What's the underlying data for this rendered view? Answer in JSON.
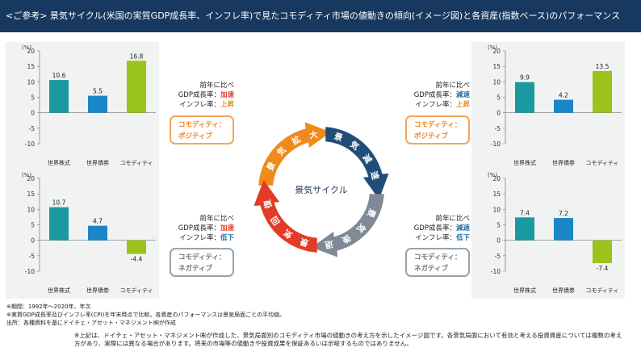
{
  "header": {
    "title": "<ご参考> 景気サイクル(米国の実質GDP成長率、インフレ率)で見たコモディティ市場の値動きの傾向(イメージ図)と各資産(指数ベース)のパフォーマンス"
  },
  "colors": {
    "world_equity": "#1a9aa0",
    "world_bond": "#1a86c8",
    "commodity": "#9ac31c",
    "expansion": "#f08a1c",
    "slowdown": "#1f4e79",
    "recession": "#7f8a96",
    "recovery": "#e23b26"
  },
  "chart_data": [
    {
      "id": "top-left",
      "type": "bar",
      "unit_label": "(%)",
      "categories": [
        "世界株式",
        "世界債券",
        "コモディティ"
      ],
      "values": [
        10.6,
        5.5,
        16.8
      ],
      "value_labels": [
        "10.6",
        "5.5",
        "16.8"
      ],
      "ylim": [
        -10,
        20
      ],
      "yticks": [
        "20",
        "15",
        "10",
        "5",
        "0",
        "-5",
        "-10"
      ]
    },
    {
      "id": "top-right",
      "type": "bar",
      "unit_label": "(%)",
      "categories": [
        "世界株式",
        "世界債券",
        "コモディティ"
      ],
      "values": [
        9.9,
        4.2,
        13.5
      ],
      "value_labels": [
        "9.9",
        "4.2",
        "13.5"
      ],
      "ylim": [
        -10,
        20
      ],
      "yticks": [
        "20",
        "15",
        "10",
        "5",
        "0",
        "-5",
        "-10"
      ]
    },
    {
      "id": "bottom-left",
      "type": "bar",
      "unit_label": "(%)",
      "categories": [
        "世界株式",
        "世界債券",
        "コモディティ"
      ],
      "values": [
        10.7,
        4.7,
        -4.4
      ],
      "value_labels": [
        "10.7",
        "4.7",
        "-4.4"
      ],
      "ylim": [
        -10,
        20
      ],
      "yticks": [
        "20",
        "15",
        "10",
        "5",
        "0",
        "-5",
        "-10"
      ]
    },
    {
      "id": "bottom-right",
      "type": "bar",
      "unit_label": "(%)",
      "categories": [
        "世界株式",
        "世界債券",
        "コモディティ"
      ],
      "values": [
        7.4,
        7.2,
        -7.4
      ],
      "value_labels": [
        "7.4",
        "7.2",
        "-7.4"
      ],
      "ylim": [
        -10,
        20
      ],
      "yticks": [
        "20",
        "15",
        "10",
        "5",
        "0",
        "-5",
        "-10"
      ]
    }
  ],
  "annotations": {
    "top_left": {
      "l1": "前年に比べ",
      "l2a": "GDP成長率：",
      "l2b": "加速",
      "l3a": "インフレ率：",
      "l3b": "上昇"
    },
    "top_right": {
      "l1": "前年に比べ",
      "l2a": "GDP成長率：",
      "l2b": "減速",
      "l3a": "インフレ率：",
      "l3b": "上昇"
    },
    "bottom_left": {
      "l1": "前年に比べ",
      "l2a": "GDP成長率：",
      "l2b": "加速",
      "l3a": "インフレ率：",
      "l3b": "低下"
    },
    "bottom_right": {
      "l1": "前年に比べ",
      "l2a": "GDP成長率：",
      "l2b": "減速",
      "l3a": "インフレ率：",
      "l3b": "低下"
    }
  },
  "badges": {
    "top_left": {
      "l1": "コモディティ：",
      "l2": "ポジティブ"
    },
    "top_right": {
      "l1": "コモディティ：",
      "l2": "ポジティブ"
    },
    "bottom_left": {
      "l1": "コモディティ：",
      "l2": "ネガティブ"
    },
    "bottom_right": {
      "l1": "コモディティ：",
      "l2": "ネガティブ"
    }
  },
  "cycle": {
    "center": "景気サイクル",
    "phases": [
      "景気拡大",
      "景気減速",
      "景気後退",
      "景気回復"
    ]
  },
  "footnotes": {
    "f1": "※期間：1992年～2020年、年次",
    "f2": "※実質GDP成長率及びインフレ率(CPI)を年末時点で比較。各資産のパフォーマンスは景気局面ごとの平均値。",
    "f3": "出所：各種資料を基にドイチェ・アセット・マネジメント㈱が作成",
    "disclaimer": "※上記は、ドイチェ・アセット・マネジメント㈱が作成した、景気局面別のコモディティ市場の値動きの考え方を示したイメージ図です。各景気局面において有効と考える投資資産については複数の考え方があり、実際には異なる場合があります。将来の市場等の値動きや投資成果を保証あるいは示唆するものではありません。"
  }
}
